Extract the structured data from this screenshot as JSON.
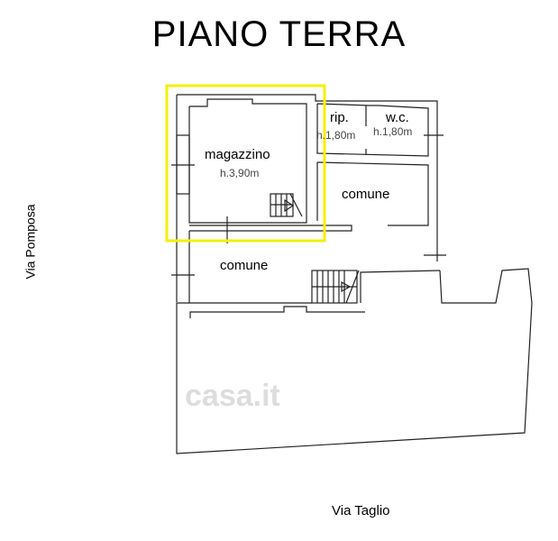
{
  "title": "PIANO TERRA",
  "rooms": {
    "magazzino": {
      "name": "magazzino",
      "height": "h.3,90m"
    },
    "rip": {
      "name": "rip.",
      "height": "h.1,80m"
    },
    "wc": {
      "name": "w.c.",
      "height": "h.1,80m"
    },
    "comune_right": {
      "name": "comune"
    },
    "comune_left": {
      "name": "comune"
    }
  },
  "streets": {
    "left": "Via Pomposa",
    "bottom": "Via Taglio"
  },
  "watermark": "casa.it",
  "highlight_color": "#f5f000"
}
